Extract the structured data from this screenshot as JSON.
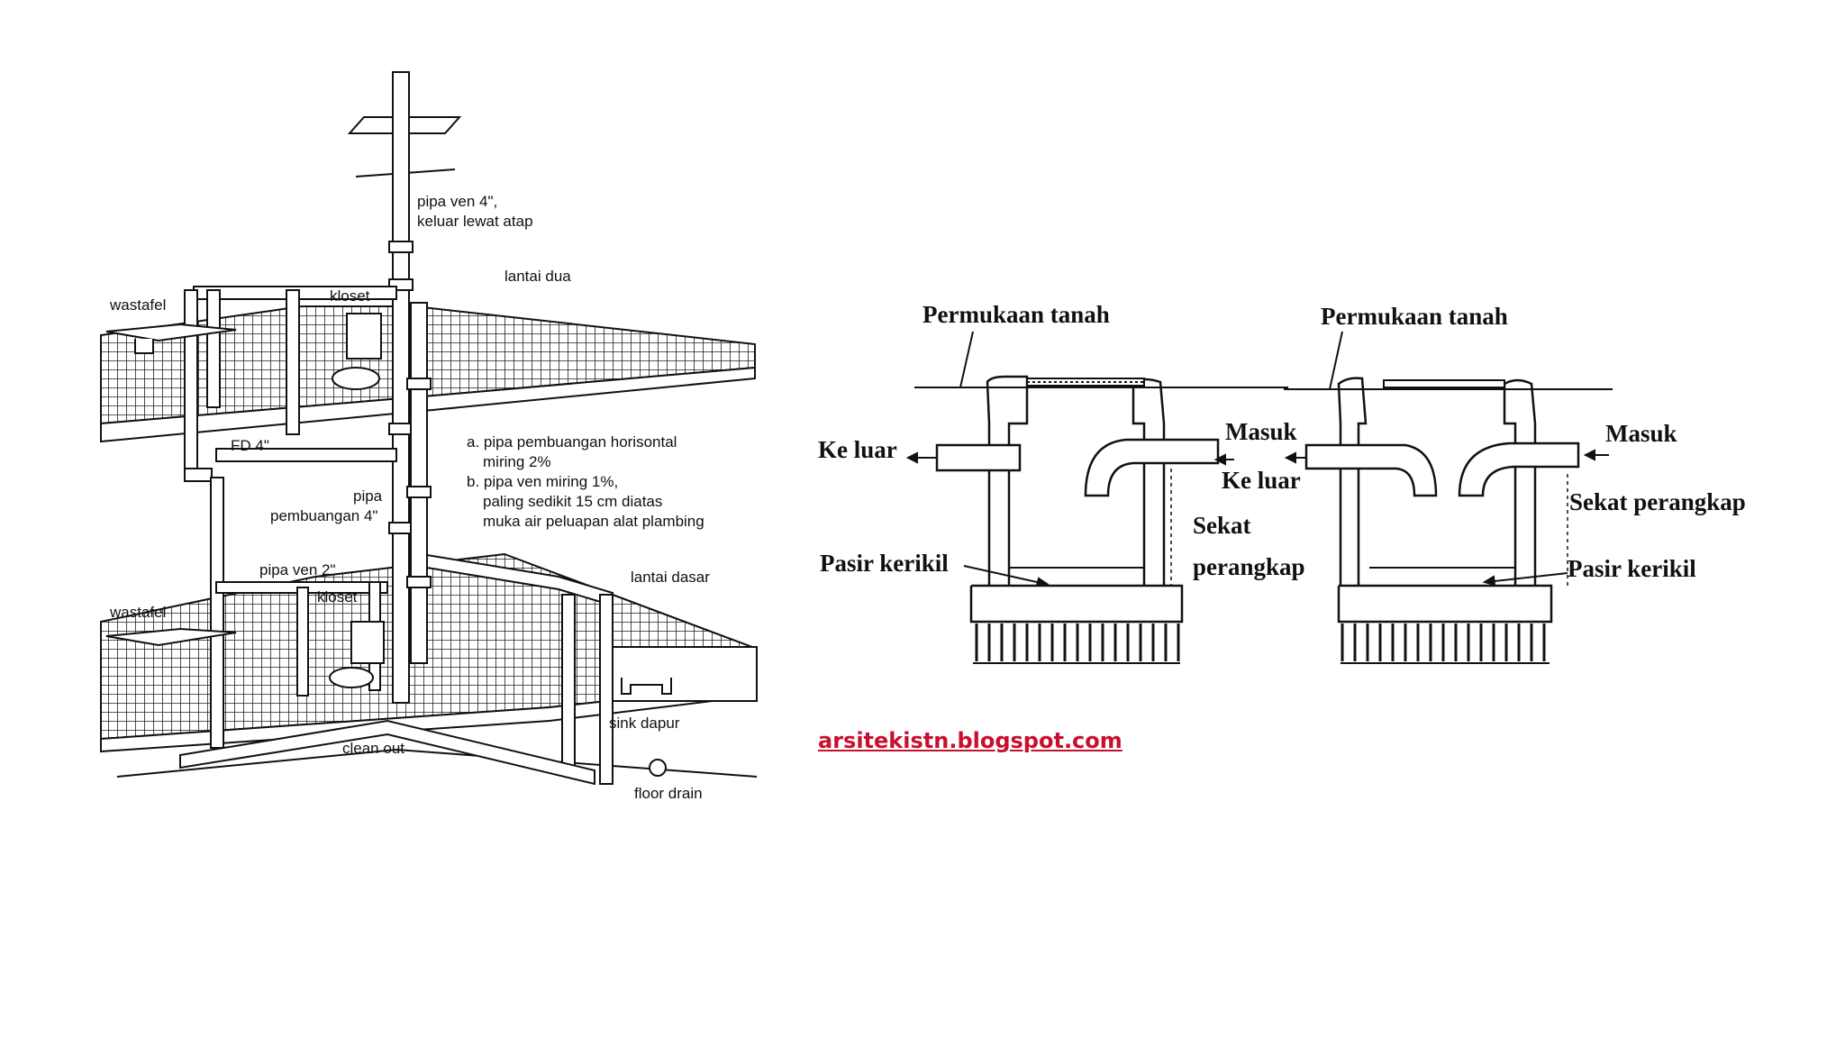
{
  "left_diagram": {
    "labels": {
      "vent_pipe_roof_line1": "pipa ven 4\",",
      "vent_pipe_roof_line2": "keluar lewat atap",
      "second_floor": "lantai dua",
      "sink_upper": "wastafel",
      "toilet_upper": "kloset",
      "floor_drain_upper": "FD 4\"",
      "note_a_line1": "a. pipa pembuangan horisontal",
      "note_a_line2": "miring 2%",
      "note_b_line1": "b. pipa ven miring 1%,",
      "note_b_line2": "paling sedikit 15 cm diatas",
      "note_b_line3": "muka air peluapan alat plambing",
      "drain_pipe_line1": "pipa",
      "drain_pipe_line2": "pembuangan 4\"",
      "vent_pipe_2": "pipa ven 2\"",
      "ground_floor": "lantai dasar",
      "sink_lower": "wastafel",
      "toilet_lower": "kloset",
      "kitchen_sink": "sink dapur",
      "clean_out": "clean out",
      "floor_drain": "floor drain"
    }
  },
  "right_diagram": {
    "labels": {
      "ground_surface_1": "Permukaan tanah",
      "ground_surface_2": "Permukaan tanah",
      "out_1": "Ke luar",
      "in_1": "Masuk",
      "out_2": "Ke luar",
      "trap_baffle_1_line1": "Sekat",
      "trap_baffle_1_line2": "perangkap",
      "gravel_1": "Pasir kerikil",
      "in_2": "Masuk",
      "trap_baffle_2": "Sekat perangkap",
      "gravel_2": "Pasir kerikil"
    }
  },
  "watermark_link": "arsitekistn.blogspot.com"
}
